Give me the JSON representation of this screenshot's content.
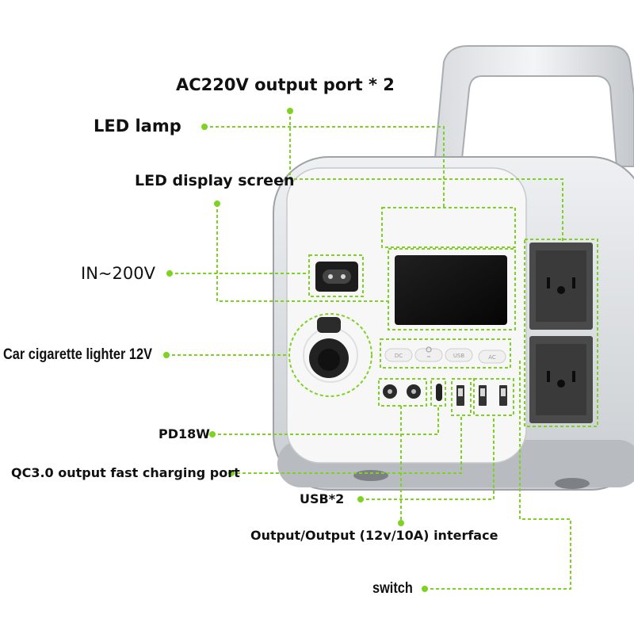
{
  "labels": {
    "ac_output": "AC220V output port * 2",
    "led_lamp": "LED lamp",
    "led_display": "LED display screen",
    "input": "IN~200V",
    "car_lighter": "Car cigarette lighter 12V",
    "pd": "PD18W",
    "qc": "QC3.0 output fast charging port",
    "usb": "USB*2",
    "dc_output": "Output/Output (12v/10A) interface",
    "switch": "switch"
  },
  "panel_buttons": [
    "DC",
    "",
    "USB",
    "AC"
  ],
  "colors": {
    "leader": "#7ed321",
    "body": "#e2e4e6",
    "panel": "#f7f7f7",
    "socket": "#3a3a3a"
  }
}
